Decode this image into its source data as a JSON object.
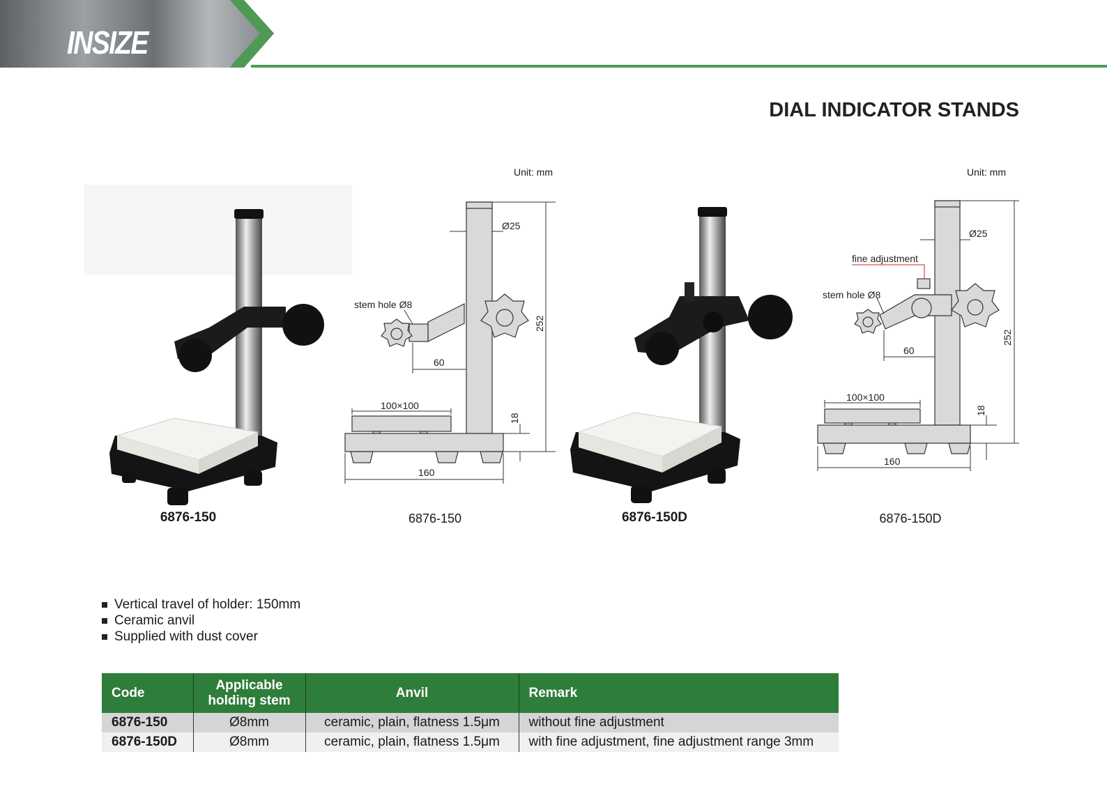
{
  "header": {
    "brand": "INSIZE",
    "title": "DIAL INDICATOR STANDS"
  },
  "figures": [
    {
      "caption": "6876-150",
      "unit": "Unit: mm",
      "dims": {
        "dia": "Ø25",
        "stem": "stem hole Ø8",
        "reach": "60",
        "anvil": "100×100",
        "height": "252",
        "base_h": "18",
        "base_w": "160"
      }
    },
    {
      "caption": "6876-150D",
      "unit": "Unit: mm",
      "dims": {
        "dia": "Ø25",
        "fine": "fine adjustment",
        "stem": "stem hole Ø8",
        "reach": "60",
        "anvil": "100×100",
        "height": "252",
        "base_h": "18",
        "base_w": "160"
      }
    }
  ],
  "features": [
    "Vertical travel of holder: 150mm",
    "Ceramic anvil",
    "Supplied with dust cover"
  ],
  "table": {
    "headers": [
      "Code",
      "Applicable holding stem",
      "Anvil",
      "Remark"
    ],
    "rows": [
      [
        "6876-150",
        "Ø8mm",
        "ceramic, plain, flatness 1.5μm",
        "without fine adjustment"
      ],
      [
        "6876-150D",
        "Ø8mm",
        "ceramic, plain, flatness 1.5μm",
        "with fine adjustment, fine adjustment range 3mm"
      ]
    ]
  },
  "colors": {
    "accent": "#2e7d3a",
    "banner_green": "#4e9a55"
  }
}
